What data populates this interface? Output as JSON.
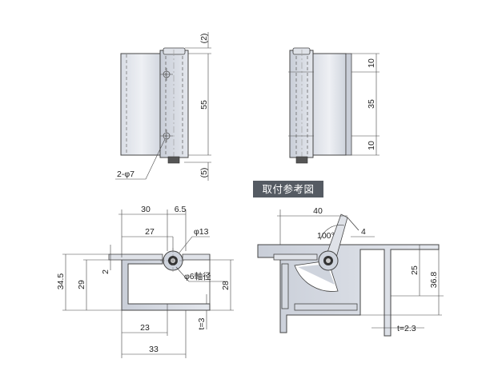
{
  "reference_label": "取付参考図",
  "top_left_view": {
    "dim_top": "(2)",
    "dim_height": "55",
    "dim_bottom": "(5)",
    "hole_callout": "2-φ7"
  },
  "top_right_view": {
    "dim_upper": "10",
    "dim_mid": "35",
    "dim_lower": "10"
  },
  "bottom_left_view": {
    "dim_30": "30",
    "dim_65": "6.5",
    "dim_27": "27",
    "dia_13": "φ13",
    "dim_2": "2",
    "dim_345": "34.5",
    "dim_29": "29",
    "axis_label": "φ6軸径",
    "dim_28": "28",
    "dim_t3": "t=3",
    "dim_23": "23",
    "dim_33": "33"
  },
  "bottom_right_view": {
    "dim_40": "40",
    "angle": "100°",
    "dim_4": "4",
    "dim_25": "25",
    "dim_368": "36.8",
    "dim_t23": "t=2.3"
  }
}
